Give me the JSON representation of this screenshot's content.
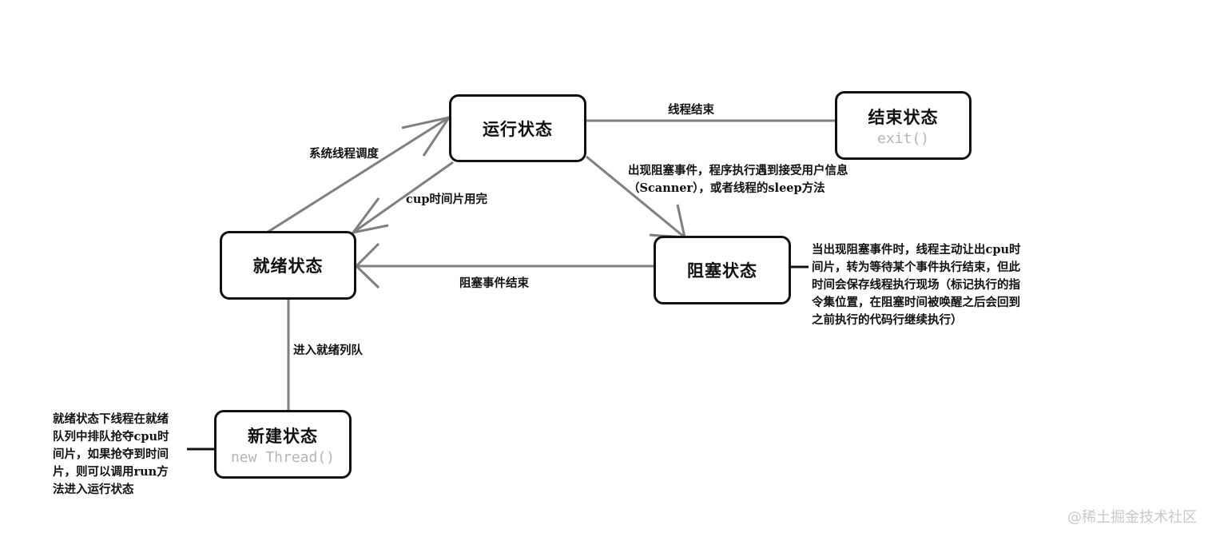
{
  "states": {
    "running": {
      "title": "运行状态"
    },
    "terminated": {
      "title": "结束状态",
      "subtitle": "exit()"
    },
    "ready": {
      "title": "就绪状态"
    },
    "blocked": {
      "title": "阻塞状态"
    },
    "new": {
      "title": "新建状态",
      "subtitle": "new Thread()"
    }
  },
  "transitions": {
    "schedule": "系统线程调度",
    "timeslice": "cup时间片用完",
    "finish": "线程结束",
    "block_line1": "出现阻塞事件，程序执行遇到接受用户信息",
    "block_line2": "（Scanner），或者线程的sleep方法",
    "unblock": "阻塞事件结束",
    "enqueue": "进入就绪列队"
  },
  "notes": {
    "blocked": [
      "当出现阻塞事件时，线程主动让出cpu时",
      "间片，转为等待某个事件执行结束，但此",
      "时间会保存线程执行现场（标记执行的指",
      "令集位置，在阻塞时间被唤醒之后会回到",
      "之前执行的代码行继续执行）"
    ],
    "new": [
      "就绪状态下线程在就绪",
      "队列中排队抢夺cpu时",
      "间片，如果抢夺到时间",
      "片，则可以调用run方",
      "法进入运行状态"
    ]
  },
  "watermark": "@稀土掘金技术社区",
  "colors": {
    "line": "#7f7f7f",
    "box_border": "#111111",
    "subtitle": "#b5b5b5"
  }
}
